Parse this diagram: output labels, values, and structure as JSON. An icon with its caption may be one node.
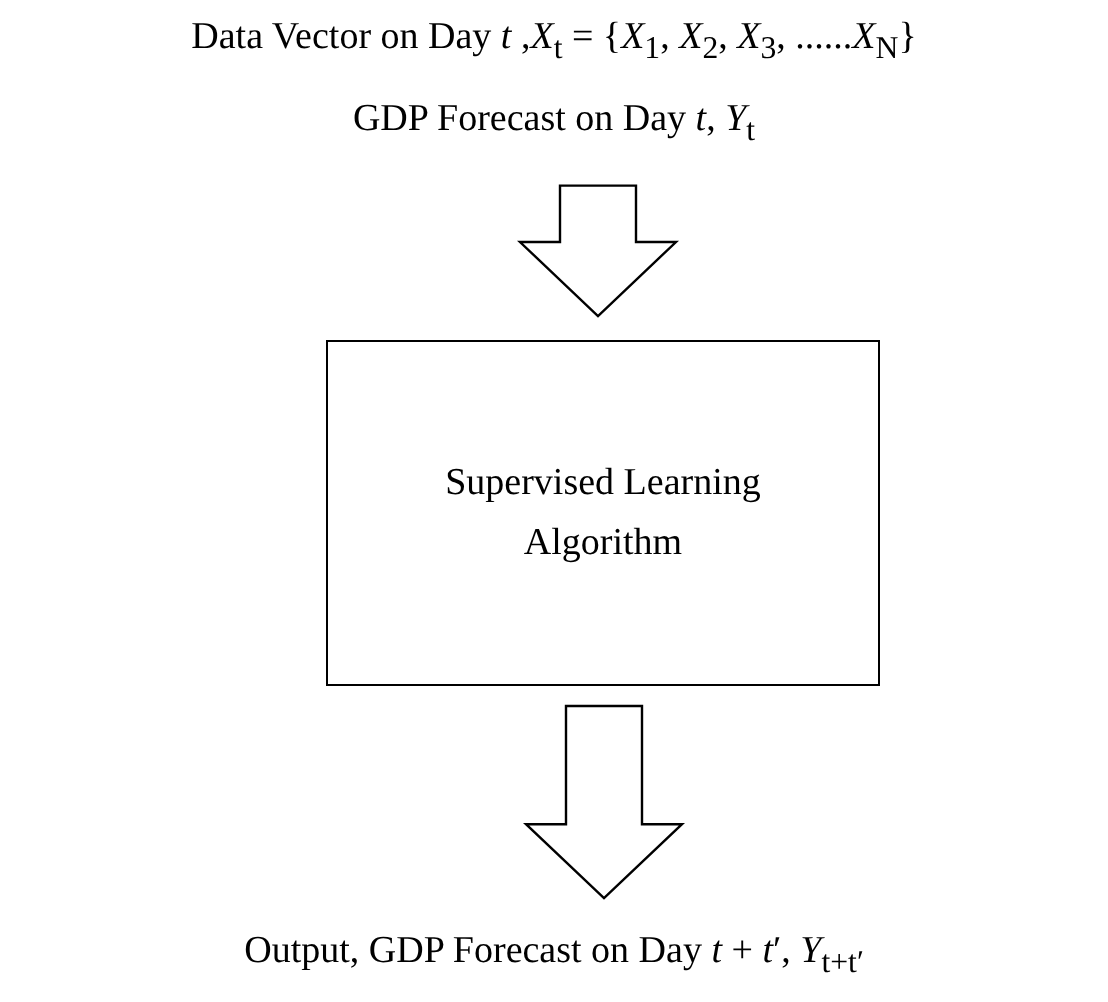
{
  "diagram": {
    "nodes": [
      {
        "text": [
          "Data Vector on Day *t* ,*X*$_{t}$ = {*X*$_{1}$, *X*$_{2}$, *X*$_{3}$, ......*X*$_{N}$}",
          "GDP Forecast on Day *t*, *Y*$_{t}$"
        ]
      },
      {
        "text": [
          "Supervised Learning Algorithm"
        ]
      },
      {
        "text": [
          "Output, GDP Forecast on Day *t* + *t*′, *Y*$_{t+t′}$"
        ]
      }
    ],
    "edges": [
      {
        "from": 0,
        "to": 1,
        "arrow": "to"
      },
      {
        "from": 1,
        "to": 2,
        "arrow": "to"
      }
    ]
  }
}
